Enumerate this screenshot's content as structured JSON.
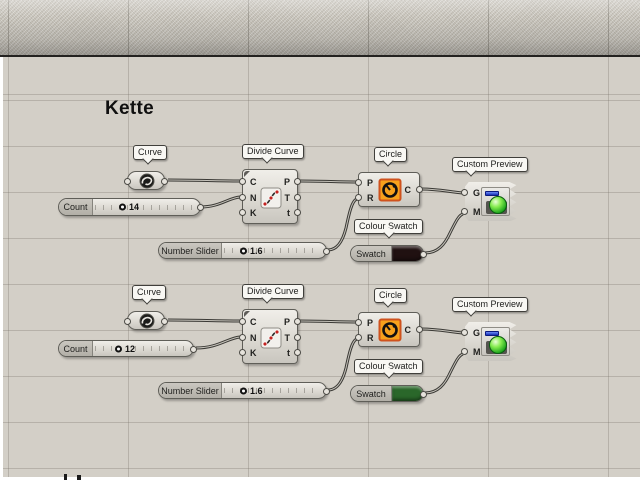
{
  "heading": "Kette",
  "rows": [
    {
      "curve_tag": "Curve",
      "count_label": "Count",
      "count_value": "14",
      "divide_tag": "Divide Curve",
      "divide_inputs": [
        "C",
        "N",
        "K"
      ],
      "divide_outputs": [
        "P",
        "T",
        "t"
      ],
      "number_label": "Number Slider",
      "number_value": "1.6",
      "circle_tag": "Circle",
      "circle_inputs": [
        "P",
        "R"
      ],
      "circle_output": "C",
      "swatch_tag": "Colour Swatch",
      "swatch_label": "Swatch",
      "swatch_color": "#201111",
      "preview_tag": "Custom Preview",
      "preview_inputs": [
        "G",
        "M"
      ]
    },
    {
      "curve_tag": "Curve",
      "count_label": "Count",
      "count_value": "12",
      "divide_tag": "Divide Curve",
      "divide_inputs": [
        "C",
        "N",
        "K"
      ],
      "divide_outputs": [
        "P",
        "T",
        "t"
      ],
      "number_label": "Number Slider",
      "number_value": "1.6",
      "circle_tag": "Circle",
      "circle_inputs": [
        "P",
        "R"
      ],
      "circle_output": "C",
      "swatch_tag": "Colour Swatch",
      "swatch_label": "Swatch",
      "swatch_color": "#2a672a",
      "preview_tag": "Custom Preview",
      "preview_inputs": [
        "G",
        "M"
      ]
    }
  ]
}
